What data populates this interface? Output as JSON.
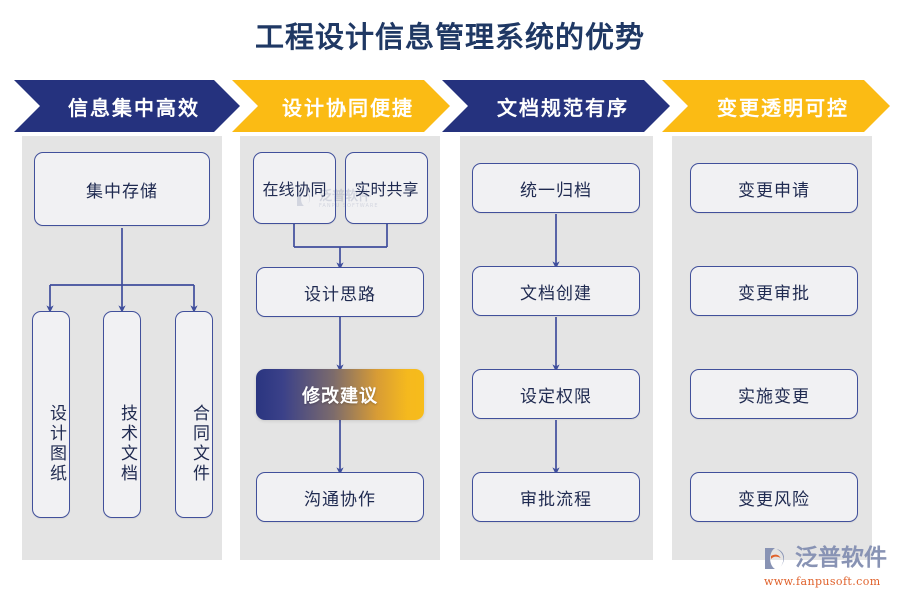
{
  "title": "工程设计信息管理系统的优势",
  "colors": {
    "navy": "#25327E",
    "gold": "#FBBB14",
    "panel_bg": "#E4E4E4",
    "node_border": "#41509B",
    "node_fill": "#F1F1F3",
    "title_text": "#1F3864",
    "brand_text": "#8893B4",
    "brand_url": "#E0622C",
    "gradient_from": "#2A3580",
    "gradient_to": "#F5B91E"
  },
  "columns": [
    {
      "header": "信息集中高效",
      "header_style": "navy",
      "nodes": [
        {
          "label": "集中存储",
          "kind": "box"
        },
        {
          "label": "设计图纸",
          "kind": "vertical"
        },
        {
          "label": "技术文档",
          "kind": "vertical"
        },
        {
          "label": "合同文件",
          "kind": "vertical"
        }
      ]
    },
    {
      "header": "设计协同便捷",
      "header_style": "gold",
      "nodes": [
        {
          "label": "在线协同",
          "kind": "box"
        },
        {
          "label": "实时共享",
          "kind": "box"
        },
        {
          "label": "设计思路",
          "kind": "box"
        },
        {
          "label": "修改建议",
          "kind": "gradient"
        },
        {
          "label": "沟通协作",
          "kind": "box"
        }
      ]
    },
    {
      "header": "文档规范有序",
      "header_style": "navy",
      "nodes": [
        {
          "label": "统一归档",
          "kind": "box"
        },
        {
          "label": "文档创建",
          "kind": "box"
        },
        {
          "label": "设定权限",
          "kind": "box"
        },
        {
          "label": "审批流程",
          "kind": "box"
        }
      ]
    },
    {
      "header": "变更透明可控",
      "header_style": "gold",
      "nodes": [
        {
          "label": "变更申请",
          "kind": "box"
        },
        {
          "label": "变更审批",
          "kind": "box"
        },
        {
          "label": "实施变更",
          "kind": "box"
        },
        {
          "label": "变更风险",
          "kind": "box"
        }
      ]
    }
  ],
  "watermark": {
    "text": "泛普软件",
    "subtext": "FANPU SOFTWARE"
  },
  "brand": {
    "name": "泛普软件",
    "url": "www.fanpusoft.com",
    "logo_icon": "fanpu-leaf-logo"
  }
}
